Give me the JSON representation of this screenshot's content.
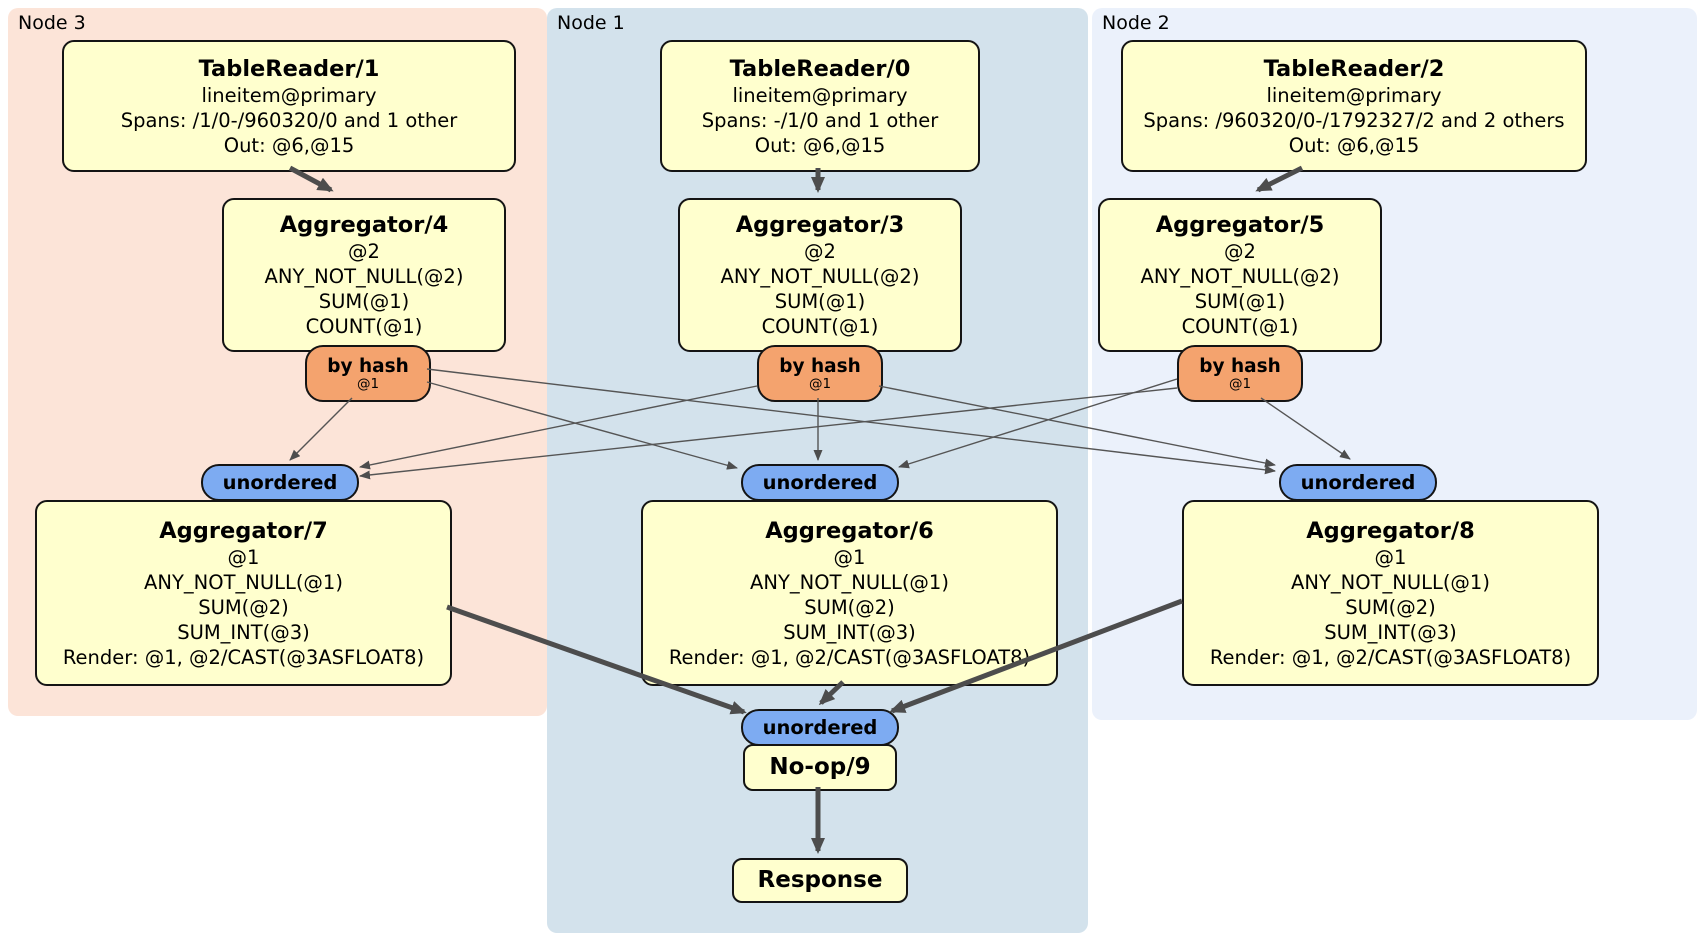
{
  "colors": {
    "node3_bg": "#fce4d8",
    "node1_bg": "#d3e2ec",
    "node2_bg": "#ebf1fb",
    "box_bg": "#ffffce",
    "router_bg": "#f4a36e",
    "sync_bg": "#7dabf2",
    "edge": "#4d4d4d"
  },
  "nodes": [
    {
      "label": "Node 3",
      "table_reader": {
        "title": "TableReader/1",
        "index": "lineitem@primary",
        "spans": "Spans: /1/0-/960320/0 and 1 other",
        "out": "Out: @6,@15"
      },
      "aggregator": {
        "title": "Aggregator/4",
        "lines": [
          "@2",
          "ANY_NOT_NULL(@2)",
          "SUM(@1)",
          "COUNT(@1)"
        ]
      },
      "router": {
        "label": "by hash",
        "detail": "@1"
      },
      "sync": {
        "label": "unordered"
      },
      "final_aggregator": {
        "title": "Aggregator/7",
        "lines": [
          "@1",
          "ANY_NOT_NULL(@1)",
          "SUM(@2)",
          "SUM_INT(@3)",
          "Render: @1, @2/CAST(@3ASFLOAT8)"
        ]
      }
    },
    {
      "label": "Node 1",
      "table_reader": {
        "title": "TableReader/0",
        "index": "lineitem@primary",
        "spans": "Spans: -/1/0 and 1 other",
        "out": "Out: @6,@15"
      },
      "aggregator": {
        "title": "Aggregator/3",
        "lines": [
          "@2",
          "ANY_NOT_NULL(@2)",
          "SUM(@1)",
          "COUNT(@1)"
        ]
      },
      "router": {
        "label": "by hash",
        "detail": "@1"
      },
      "sync": {
        "label": "unordered"
      },
      "final_aggregator": {
        "title": "Aggregator/6",
        "lines": [
          "@1",
          "ANY_NOT_NULL(@1)",
          "SUM(@2)",
          "SUM_INT(@3)",
          "Render: @1, @2/CAST(@3ASFLOAT8)"
        ]
      },
      "output": {
        "sync": "unordered",
        "noop": "No-op/9",
        "response": "Response"
      }
    },
    {
      "label": "Node 2",
      "table_reader": {
        "title": "TableReader/2",
        "index": "lineitem@primary",
        "spans": "Spans: /960320/0-/1792327/2 and 2 others",
        "out": "Out: @6,@15"
      },
      "aggregator": {
        "title": "Aggregator/5",
        "lines": [
          "@2",
          "ANY_NOT_NULL(@2)",
          "SUM(@1)",
          "COUNT(@1)"
        ]
      },
      "router": {
        "label": "by hash",
        "detail": "@1"
      },
      "sync": {
        "label": "unordered"
      },
      "final_aggregator": {
        "title": "Aggregator/8",
        "lines": [
          "@1",
          "ANY_NOT_NULL(@1)",
          "SUM(@2)",
          "SUM_INT(@3)",
          "Render: @1, @2/CAST(@3ASFLOAT8)"
        ]
      }
    }
  ]
}
